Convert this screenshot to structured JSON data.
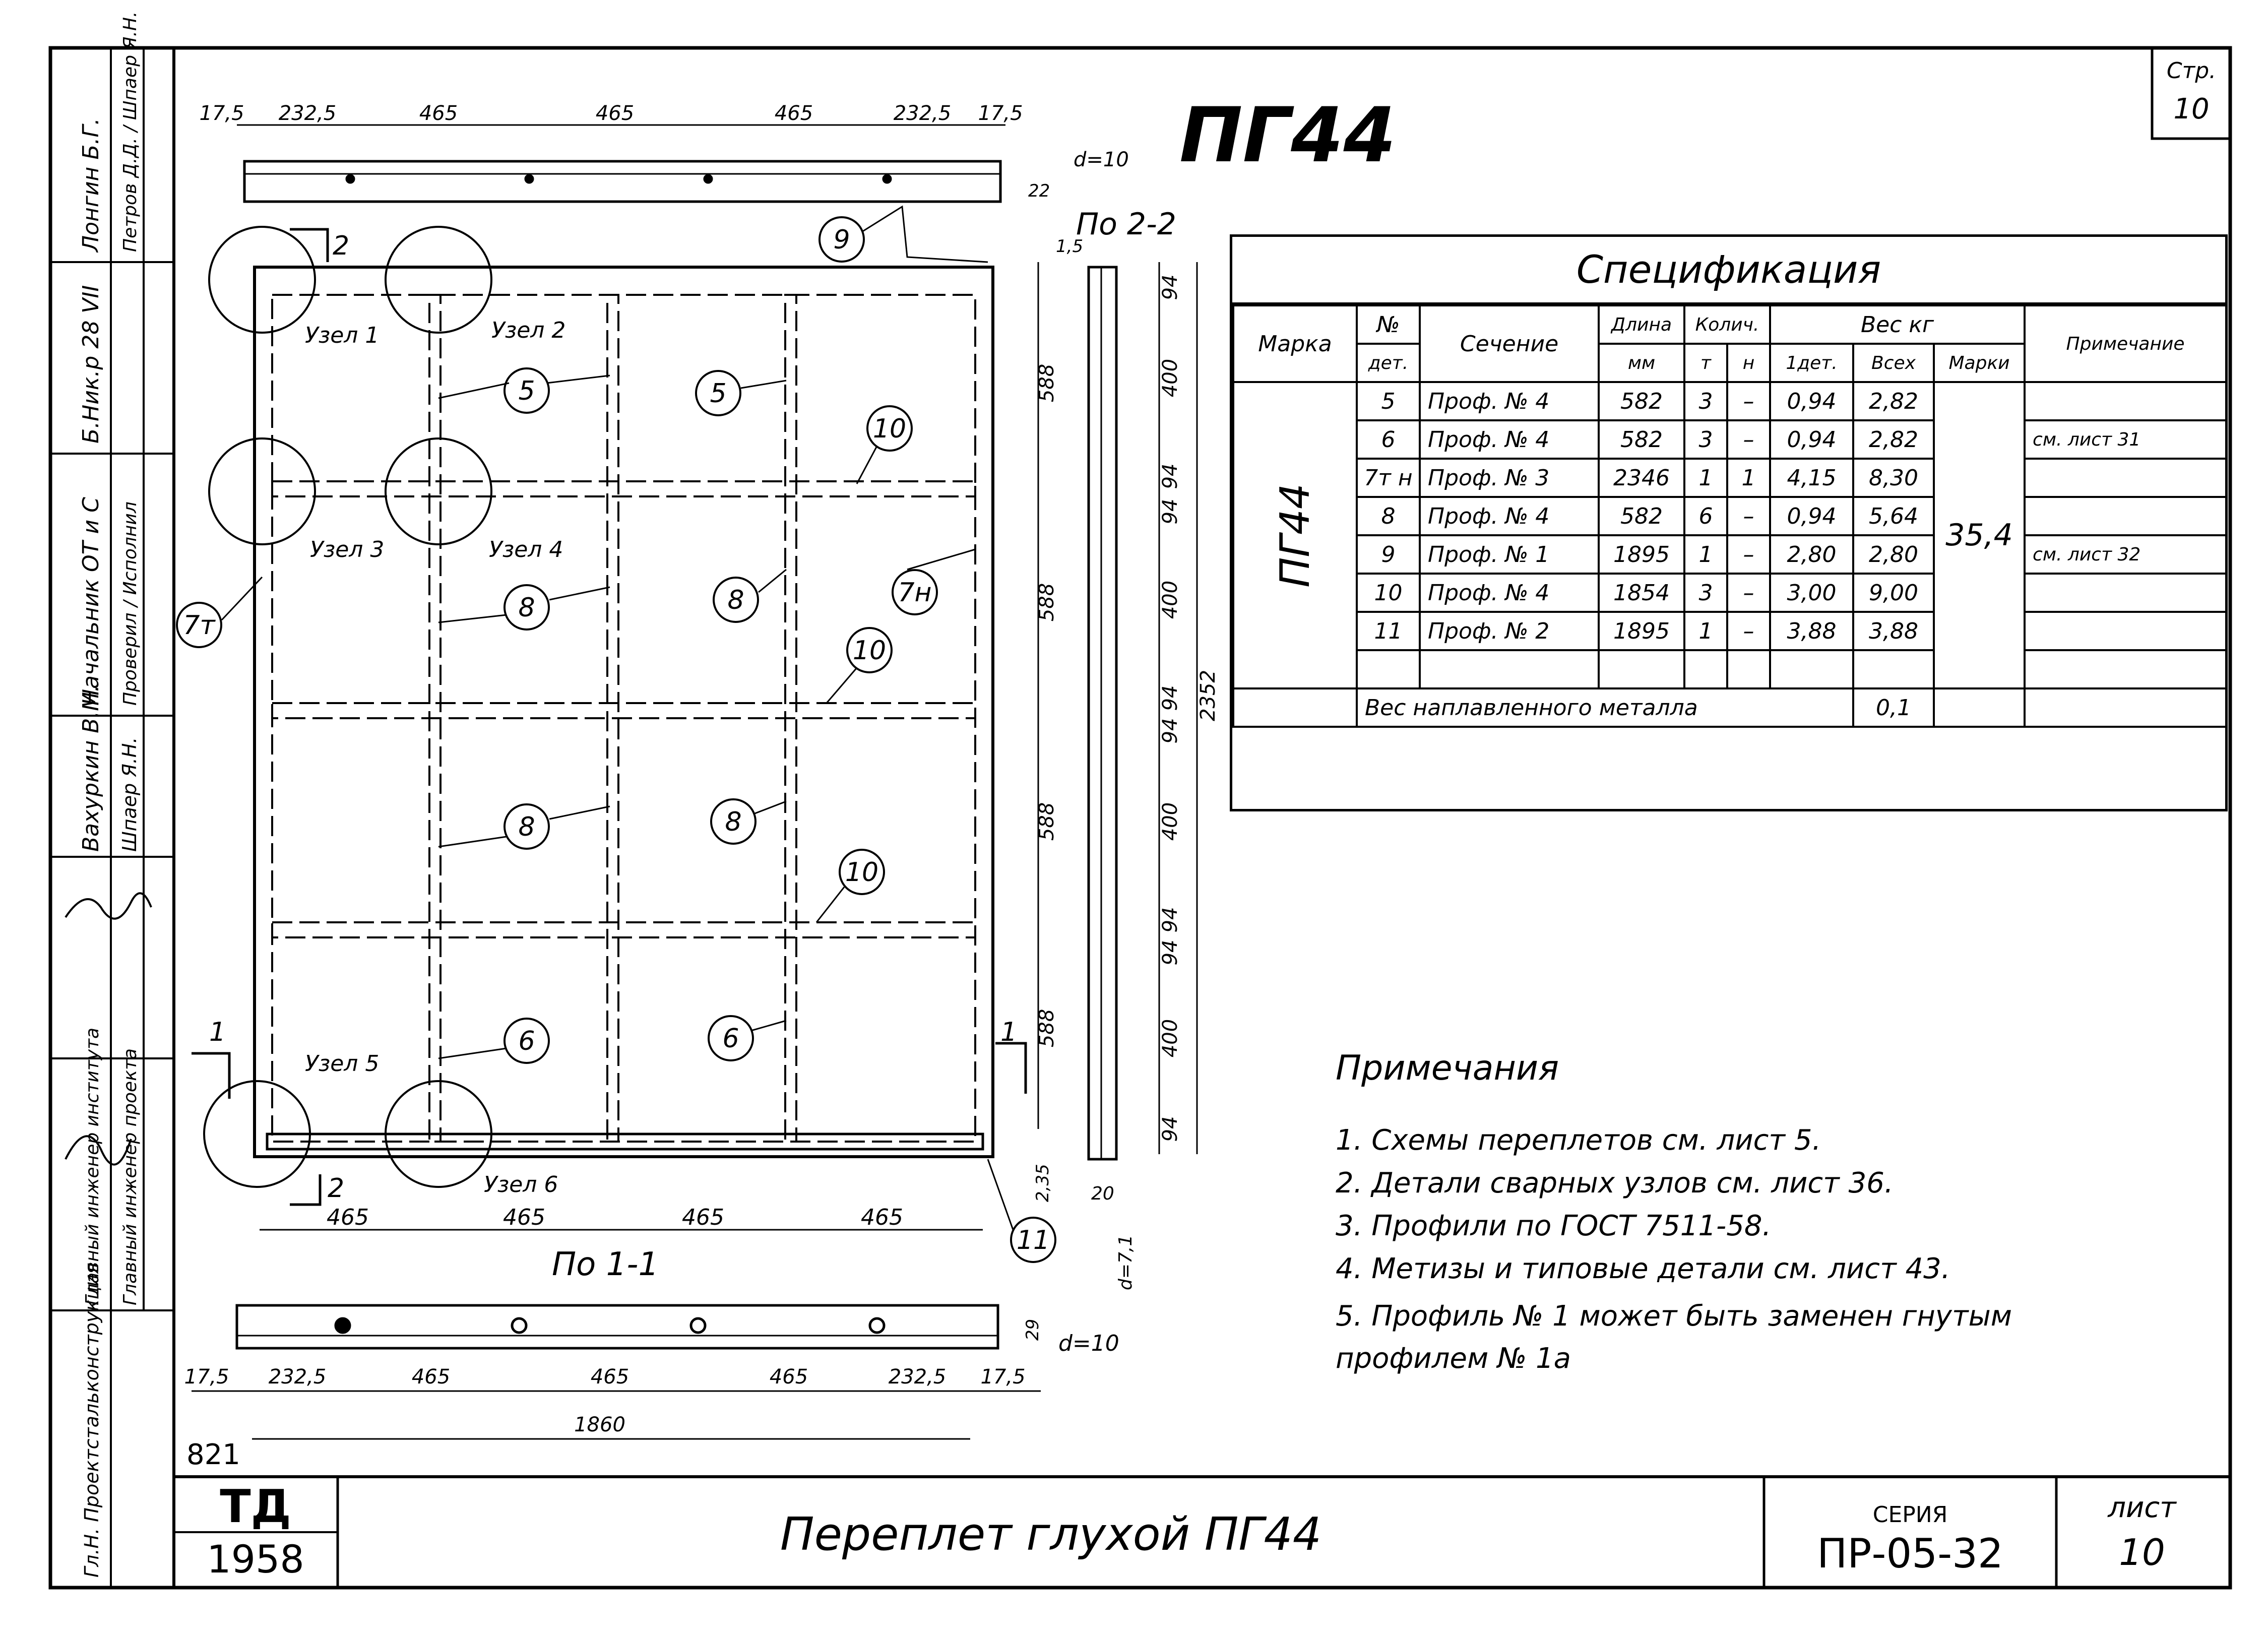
{
  "sheet": {
    "corner_label": "Стр.",
    "corner_number": "10",
    "drawing_mark": "ПГ44",
    "year": "1958",
    "td_logo": "ТД",
    "title": "Переплет глухой ПГ44",
    "series_label": "СЕРИЯ",
    "series": "ПР-05-32",
    "sheet_label": "лист",
    "sheet_number": "10",
    "inventory_number": "821"
  },
  "stamp": [
    {
      "role": "Гл.Н. Проектстальконструкция",
      "name": ""
    },
    {
      "role": "Главный инженер института",
      "name": "Главный инженер проекта"
    },
    {
      "role": "Вахуркин В.М.",
      "name": "Шпаер Я.Н."
    },
    {
      "role": "Начальник ОТ и С",
      "name": "Проверил / Исполнил"
    },
    {
      "role": "Б.Ник.р 28 VII",
      "name": ""
    },
    {
      "role": "Лонгин Б.Г.",
      "name": "Петров Д.Д. / Шпаер Я.Н."
    }
  ],
  "specification": {
    "title": "Спецификация",
    "headers": {
      "mark": "Марка",
      "detail_no": "№",
      "detail_sub": "дет.",
      "section": "Сечение",
      "length": "Длина",
      "length_unit": "мм",
      "count": "Колич.",
      "count_t": "т",
      "count_n": "н",
      "weight": "Вес кг",
      "weight_one": "1дет.",
      "weight_all": "Всех",
      "weight_mark": "Марки",
      "note": "Примечание"
    },
    "mark": "ПГ44",
    "mark_weight": "35,4",
    "rows": [
      {
        "no": "5",
        "section": "Проф. № 4",
        "length": "582",
        "t": "3",
        "n": "–",
        "one": "0,94",
        "all": "2,82"
      },
      {
        "no": "6",
        "section": "Проф. № 4",
        "length": "582",
        "t": "3",
        "n": "–",
        "one": "0,94",
        "all": "2,82"
      },
      {
        "no": "7т н",
        "section": "Проф. № 3",
        "length": "2346",
        "t": "1",
        "n": "1",
        "one": "4,15",
        "all": "8,30"
      },
      {
        "no": "8",
        "section": "Проф. № 4",
        "length": "582",
        "t": "6",
        "n": "–",
        "one": "0,94",
        "all": "5,64"
      },
      {
        "no": "9",
        "section": "Проф. № 1",
        "length": "1895",
        "t": "1",
        "n": "–",
        "one": "2,80",
        "all": "2,80"
      },
      {
        "no": "10",
        "section": "Проф. № 4",
        "length": "1854",
        "t": "3",
        "n": "–",
        "one": "3,00",
        "all": "9,00"
      },
      {
        "no": "11",
        "section": "Проф. № 2",
        "length": "1895",
        "t": "1",
        "n": "–",
        "one": "3,88",
        "all": "3,88"
      }
    ],
    "weld_label": "Вес наплавленного металла",
    "weld_value": "0,1",
    "ref_1": "см. лист 31",
    "ref_2": "см. лист 32"
  },
  "notes": {
    "title": "Примечания",
    "items": [
      "1. Схемы переплетов см. лист 5.",
      "2. Детали сварных узлов см. лист 36.",
      "3. Профили по ГОСТ 7511-58.",
      "4. Метизы и типовые детали см. лист 43.",
      "5. Профиль № 1 может быть заменен гнутым профилем № 1а"
    ]
  },
  "drawing": {
    "dims_top": [
      "17,5",
      "232,5",
      "465",
      "465",
      "465",
      "232,5",
      "17,5"
    ],
    "dims_bottom_inner": [
      "465",
      "465",
      "465",
      "465"
    ],
    "dims_bottom": [
      "17,5",
      "232,5",
      "465",
      "465",
      "465",
      "232,5",
      "17,5"
    ],
    "overall_width": "1860",
    "dims_side": [
      "94",
      "400",
      "94",
      "94",
      "400",
      "94",
      "94",
      "400",
      "94",
      "94",
      "400",
      "94"
    ],
    "dims_side_outer": [
      "588",
      "588",
      "588",
      "588"
    ],
    "overall_height": "2352",
    "small_dims": [
      "22",
      "1,5",
      "2,35",
      "20",
      "29"
    ],
    "thickness_top": "d=10",
    "thickness_bottom": "d=10",
    "thickness_side": "d=7,1",
    "section_2_label": "По 2-2",
    "section_1_label": "По 1-1",
    "cut_marks": [
      "2",
      "2",
      "1",
      "1"
    ],
    "nodes": [
      "Узел 1",
      "Узел 2",
      "Узел 3",
      "Узел 4",
      "Узел 5",
      "Узел 6"
    ],
    "callouts": [
      "9",
      "5",
      "5",
      "10",
      "7т",
      "8",
      "8",
      "7н",
      "10",
      "8",
      "8",
      "10",
      "6",
      "6",
      "11"
    ]
  }
}
